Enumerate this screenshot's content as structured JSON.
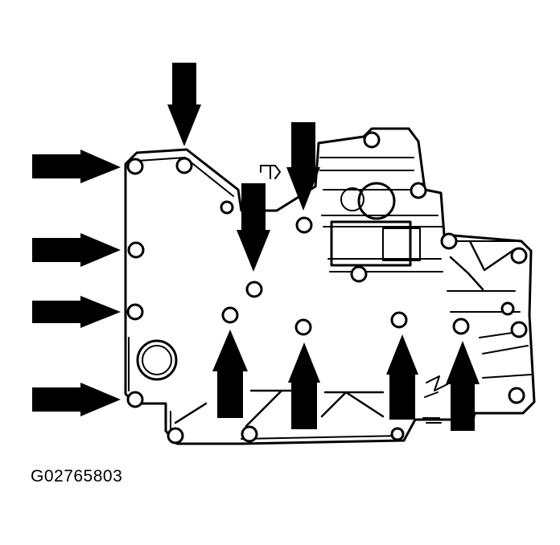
{
  "figure": {
    "code": "G02765803",
    "description_hidden": null
  },
  "style": {
    "line_color": "#000000",
    "background": "#ffffff"
  },
  "arrows": {
    "count": 11,
    "left_pointing_right": 4,
    "down_pointing": 3,
    "up_pointing": 4
  }
}
